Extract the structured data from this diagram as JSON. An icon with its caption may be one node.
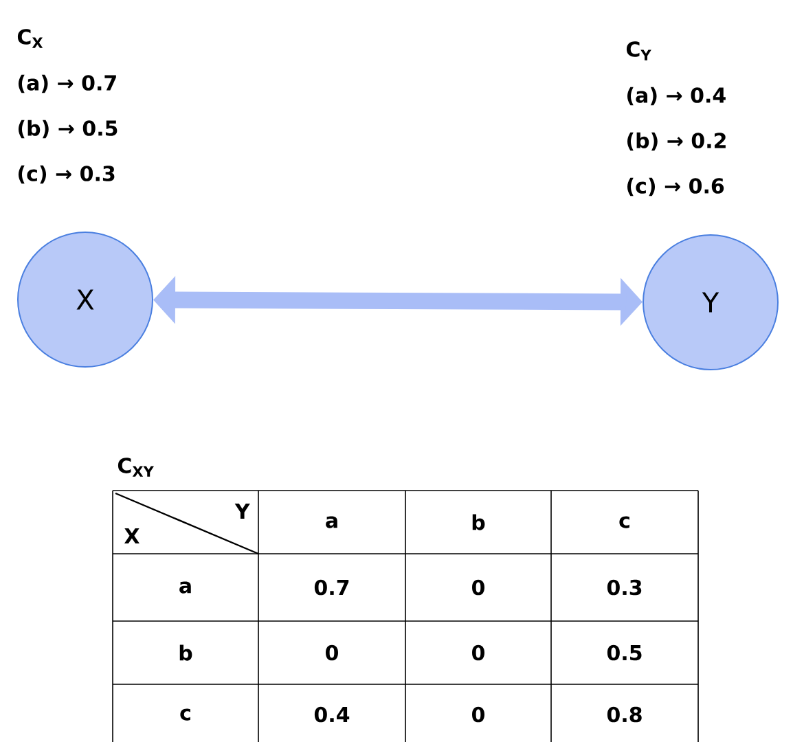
{
  "diagram": {
    "nodes": [
      {
        "text": [
          "X"
        ],
        "beside": [
          "C$_{X}$",
          "(a) → 0.7",
          "(b) → 0.5",
          "(c) → 0.3"
        ]
      },
      {
        "text": [
          "Y"
        ],
        "beside": [
          "C$_{Y}$",
          "(a) → 0.4",
          "(b) → 0.2",
          "(c) → 0.6"
        ]
      }
    ],
    "edges": [
      {
        "from": 0,
        "to": 1,
        "arrow": "both"
      }
    ],
    "labels": [
      "C$_{XY}$",
      "Y",
      "X",
      "a",
      "b",
      "c",
      "a",
      "0.7",
      "0",
      "0.3",
      "b",
      "0",
      "0",
      "0.5",
      "c",
      "0.4",
      "0",
      "0.8"
    ]
  }
}
